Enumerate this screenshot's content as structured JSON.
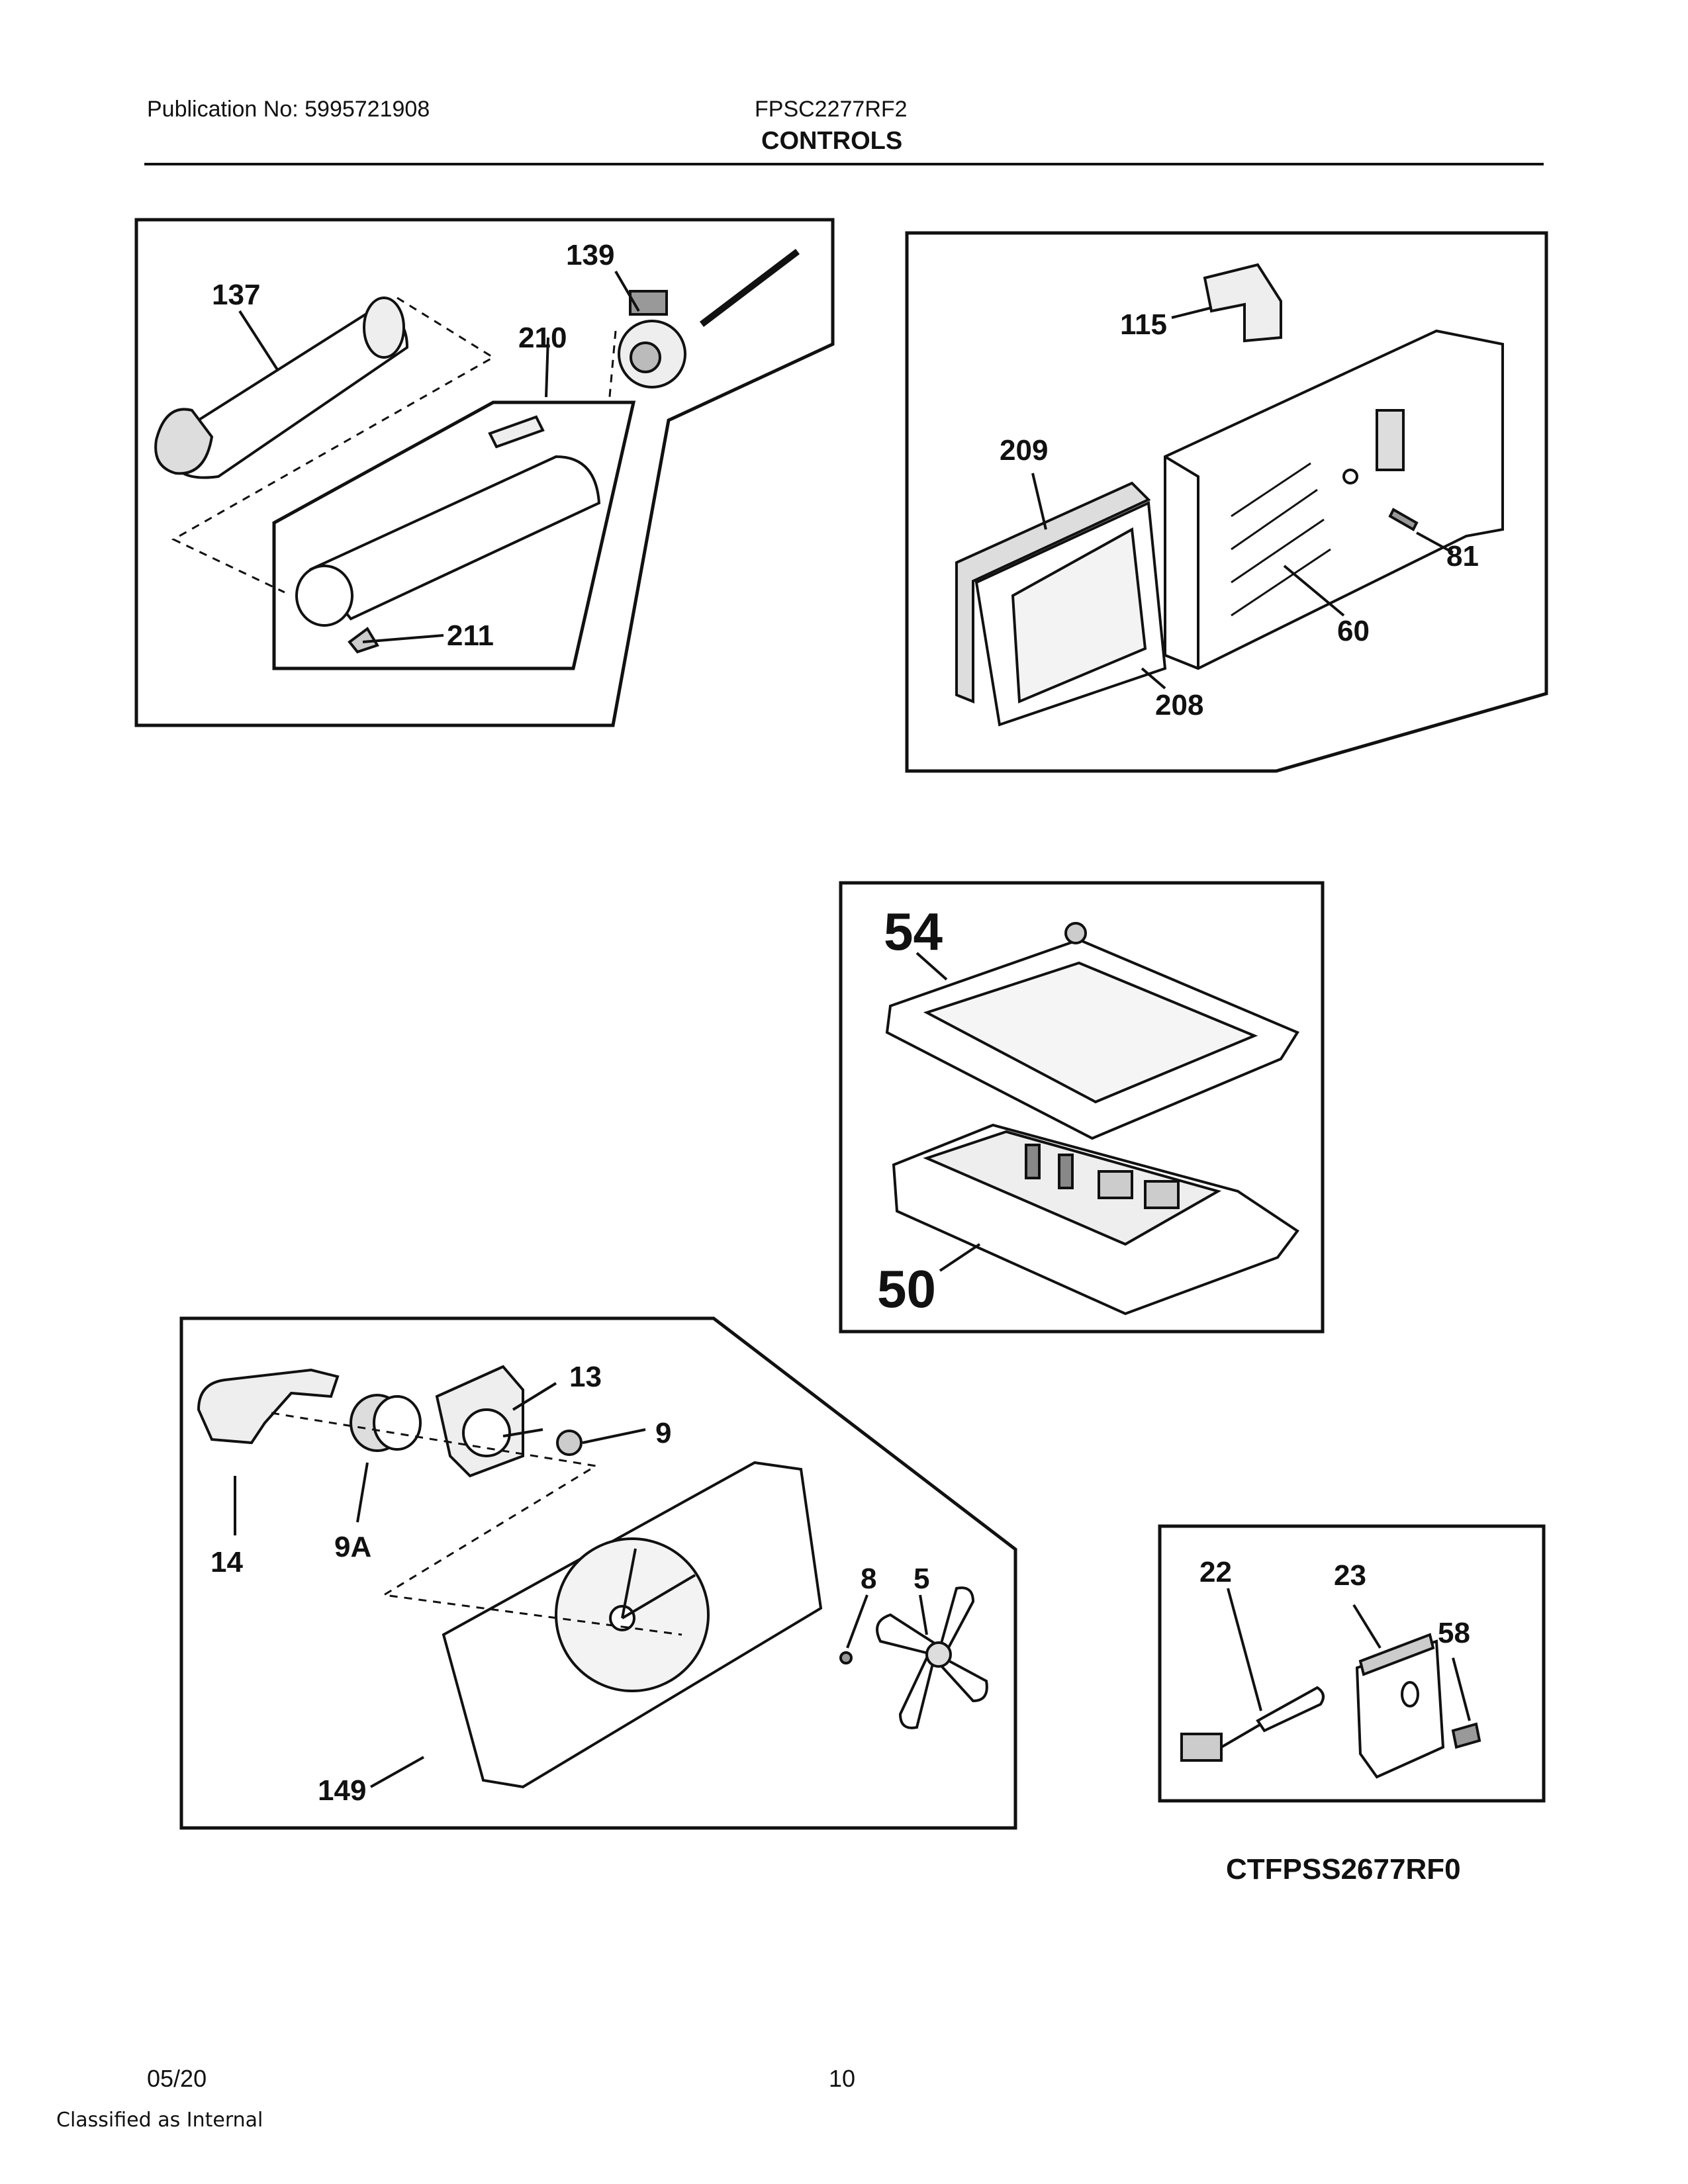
{
  "header": {
    "publication": "Publication No: 5995721908",
    "model": "FPSC2277RF2",
    "section": "CONTROLS"
  },
  "callouts": {
    "c137": "137",
    "c139": "139",
    "c210": "210",
    "c211": "211",
    "c115": "115",
    "c209": "209",
    "c81": "81",
    "c60": "60",
    "c208": "208",
    "c54": "54",
    "c50": "50",
    "c13": "13",
    "c9": "9",
    "c14": "14",
    "c9A": "9A",
    "c8": "8",
    "c5": "5",
    "c149": "149",
    "c22": "22",
    "c23": "23",
    "c58": "58"
  },
  "diagram_code": "CTFPSS2677RF0",
  "footer": {
    "date": "05/20",
    "page": "10",
    "classification": "Classified as Internal"
  }
}
